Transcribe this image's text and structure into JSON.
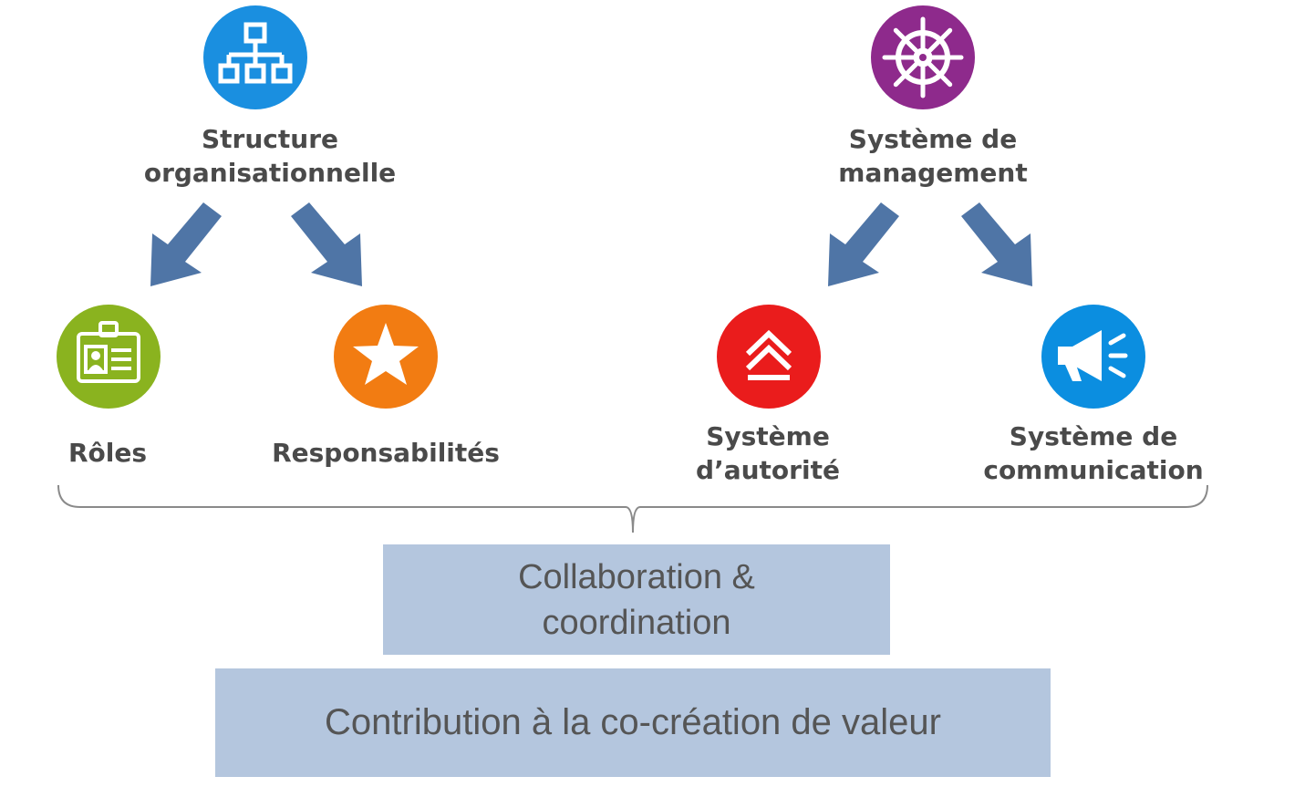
{
  "colors": {
    "org_icon": "#1a8fe0",
    "mgmt_icon": "#8e2a8c",
    "roles_icon": "#8ab31f",
    "resp_icon": "#f27c12",
    "authority_icon": "#ea1c1c",
    "communication_icon": "#0b8ee0",
    "arrow": "#4f75a6",
    "box": "#b4c6de",
    "text": "#4a4a4a"
  },
  "top_nodes": {
    "structure": {
      "icon": "org-chart-icon",
      "line1": "Structure",
      "line2": "organisationnelle"
    },
    "management": {
      "icon": "ship-wheel-icon",
      "line1": "Système de",
      "line2": "management"
    }
  },
  "leaf_nodes": {
    "roles": {
      "icon": "id-badge-icon",
      "label": "Rôles"
    },
    "responsabilites": {
      "icon": "star-icon",
      "label": "Responsabilités"
    },
    "autorite": {
      "icon": "chevrons-up-icon",
      "line1": "Système",
      "line2": "d’autorité"
    },
    "communication": {
      "icon": "megaphone-icon",
      "line1": "Système de",
      "line2": "communication"
    }
  },
  "outcomes": {
    "collaboration": {
      "line1": "Collaboration &",
      "line2": "coordination"
    },
    "contribution": {
      "text": "Contribution à la co-création de valeur"
    }
  }
}
